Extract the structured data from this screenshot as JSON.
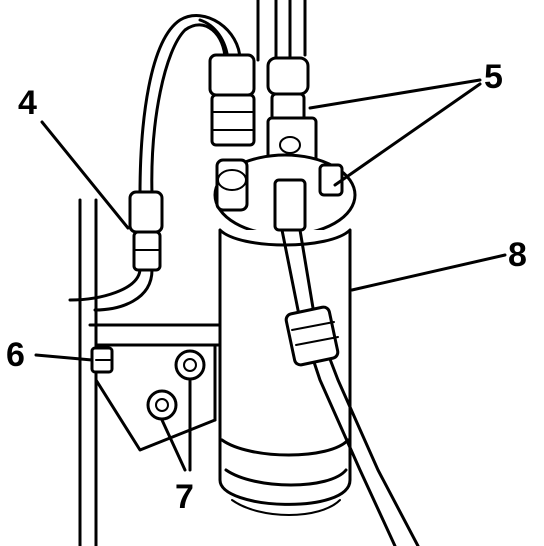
{
  "callouts": {
    "c4": "4",
    "c5": "5",
    "c6": "6",
    "c7": "7",
    "c8": "8"
  },
  "colors": {
    "ink": "#000000",
    "paper": "#ffffff"
  }
}
